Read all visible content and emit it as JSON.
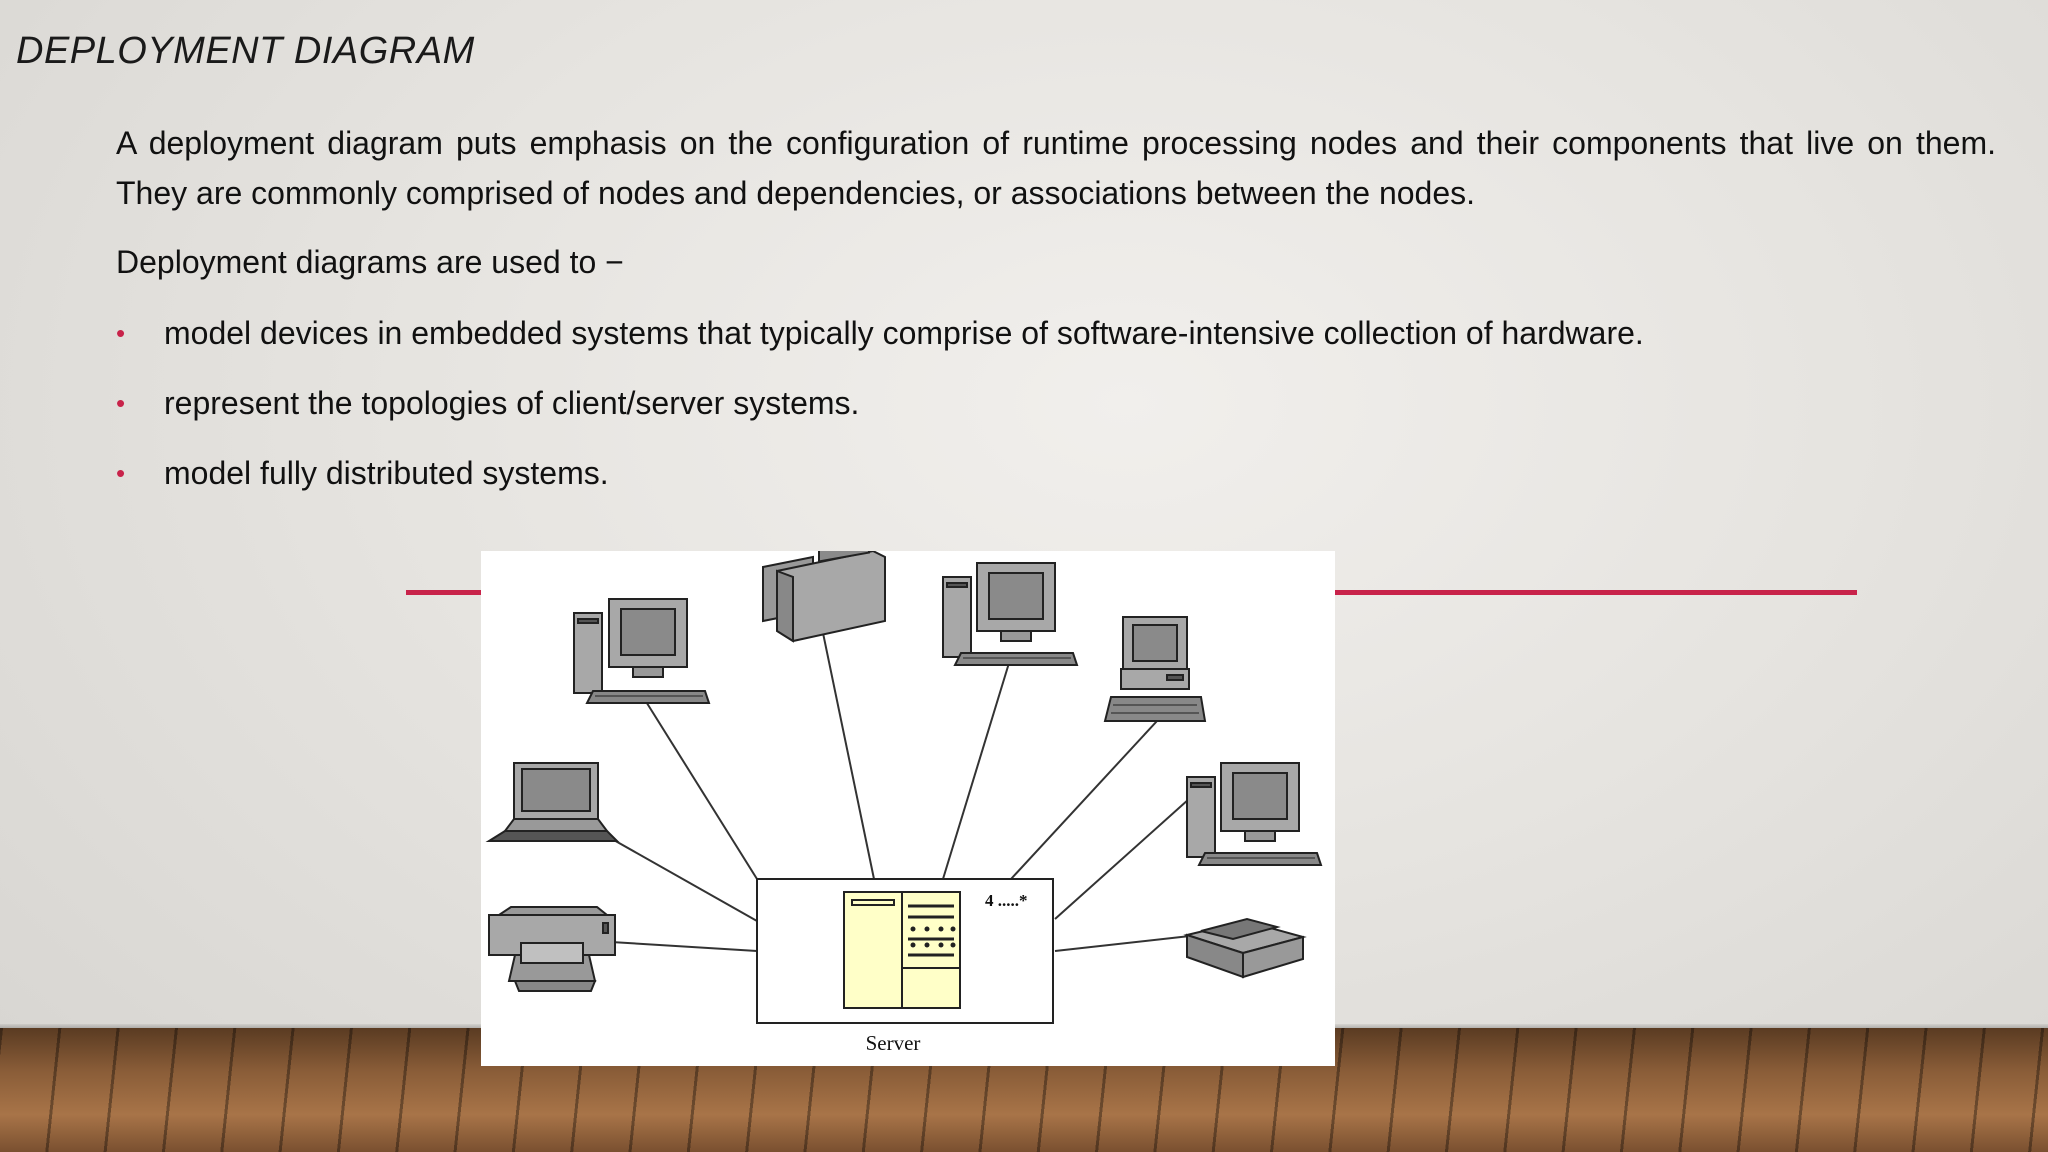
{
  "slide": {
    "title": "DEPLOYMENT DIAGRAM",
    "paragraph_1": "A deployment diagram puts emphasis on the configuration of runtime processing nodes and their components that live on them. They are commonly comprised of nodes and dependencies, or associations between the nodes.",
    "paragraph_2": "Deployment diagrams are used to −",
    "bullets": [
      "model devices in embedded systems that typically comprise of software-intensive collection of hardware.",
      "represent the topologies of client/server systems.",
      "model fully distributed systems."
    ],
    "accent_color": "#c8234a"
  },
  "diagram": {
    "server_label": "Server",
    "multiplicity": "4 .....*",
    "server_fill": "#ffffc8",
    "device_fill": "#a8a8a8"
  }
}
